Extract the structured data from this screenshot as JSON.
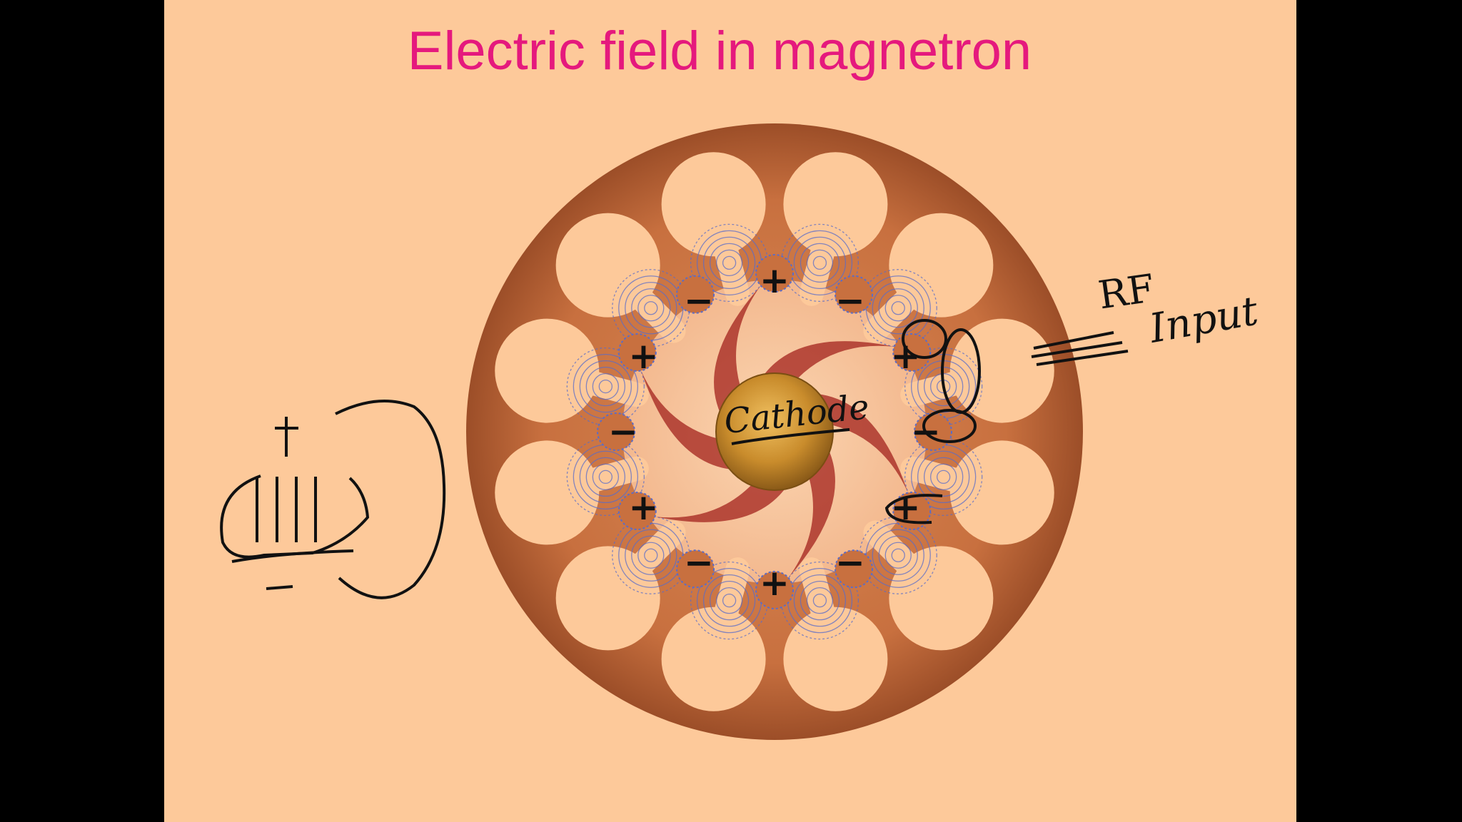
{
  "slide": {
    "title": "Electric field in magnetron",
    "title_color": "#e5197d",
    "background": "#fdc99a",
    "frame_color": "#000000"
  },
  "diagram": {
    "anode_color": "#c8703f",
    "cavity_color": "#fdc99a",
    "field_line_color": "#5a6cc8",
    "spoke_color": "#a82c24",
    "cathode_color": "#c98c2c",
    "charge_signs_clockwise_from_top": [
      "+",
      "−",
      "+",
      "−",
      "+",
      "−",
      "+",
      "−",
      "+",
      "−",
      "+",
      "−"
    ]
  },
  "annotations": {
    "cathode": "Cathode",
    "rf": "RF",
    "input": "Input",
    "battery_plus": "+",
    "battery_minus": "−"
  }
}
